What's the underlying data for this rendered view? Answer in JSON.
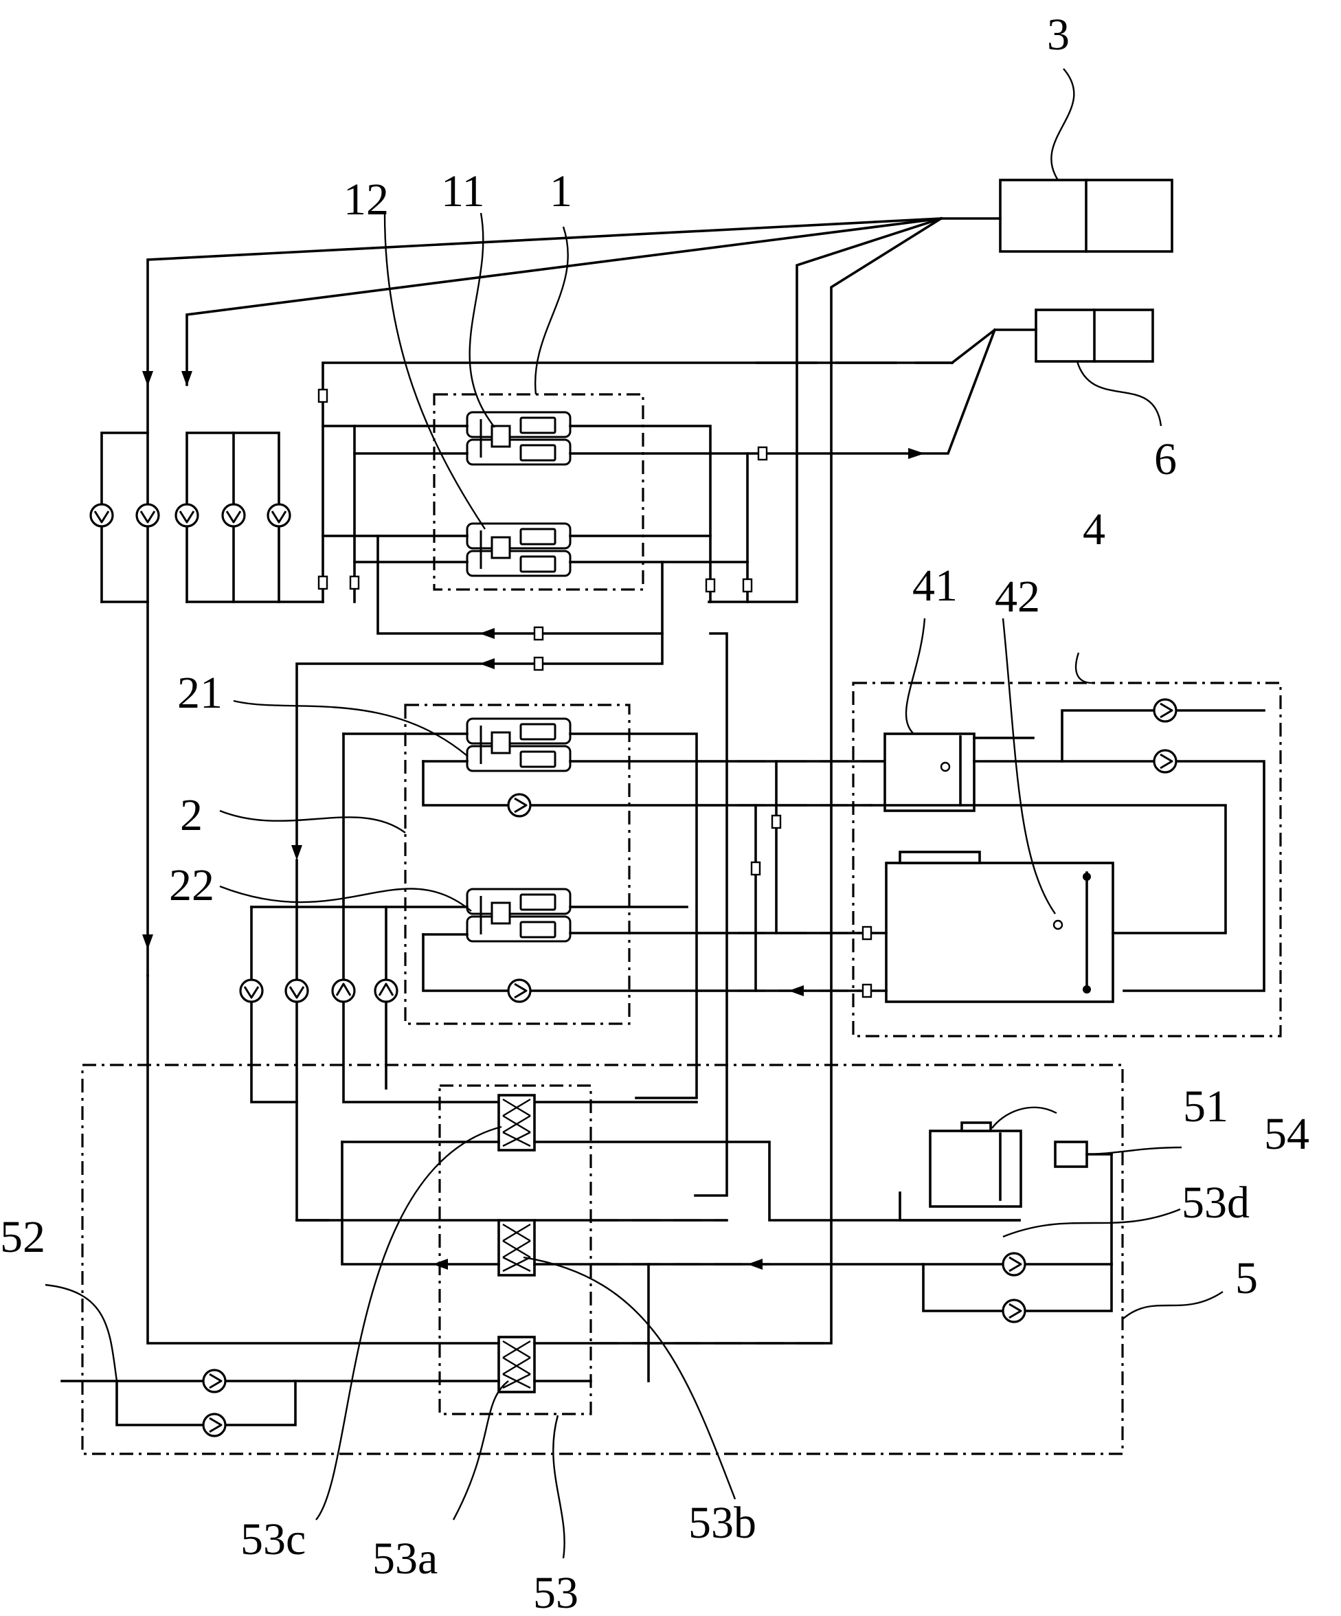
{
  "labels": {
    "l3": "3",
    "l12": "12",
    "l11": "11",
    "l1": "1",
    "l6": "6",
    "l4": "4",
    "l41": "41",
    "l42": "42",
    "l21": "21",
    "l2": "2",
    "l22": "22",
    "l51": "51",
    "l54": "54",
    "l53d": "53d",
    "l5": "5",
    "l52": "52",
    "l53c": "53c",
    "l53a": "53a",
    "l53b": "53b",
    "l53": "53"
  }
}
